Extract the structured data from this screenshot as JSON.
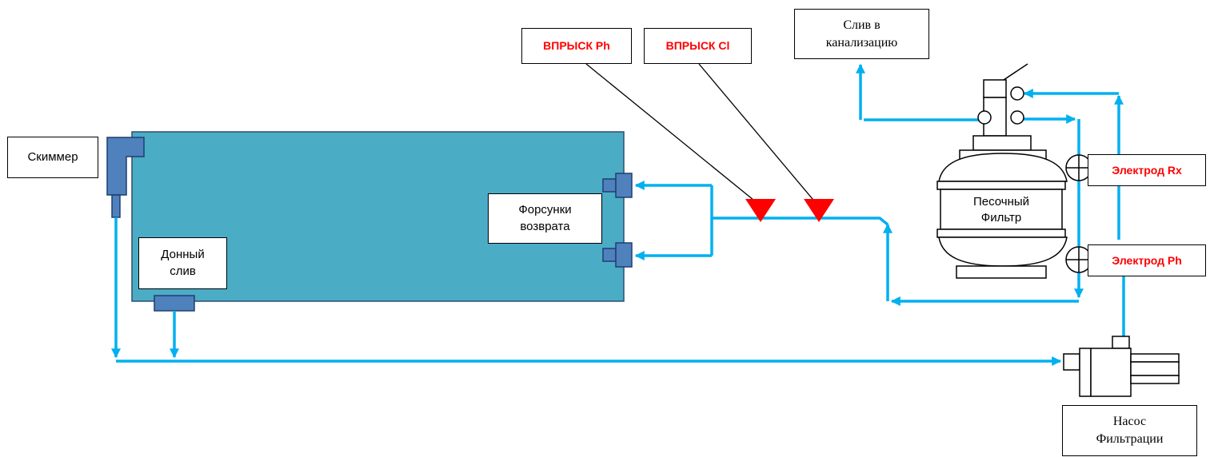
{
  "labels": {
    "skimmer": "Скиммер",
    "bottom_drain": "Донный\nслив",
    "return_nozzles": "Форсунки\nвозврата",
    "injection_ph": "ВПРЫСК Ph",
    "injection_cl": "ВПРЫСК Cl",
    "drain_to_sewer": "Слив в\nканализацию",
    "sand_filter": "Песочный\nФильтр",
    "electrode_rx": "Электрод Rx",
    "electrode_ph": "Электрод Ph",
    "filtration_pump": "Насос\nФильтрации"
  },
  "colors": {
    "pool": "#4bacc6",
    "pool_border": "#2f4f6f",
    "pipe": "#00b0f0",
    "fitting": "#4f81bd",
    "injector": "#ff0000",
    "label_accent": "#ff0000"
  }
}
